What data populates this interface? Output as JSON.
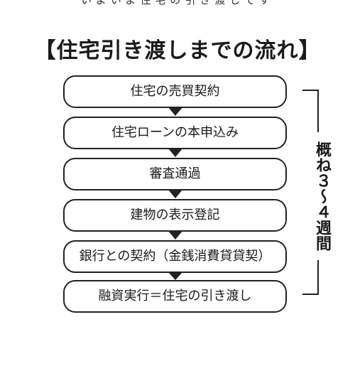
{
  "header": {
    "cut_text": "いよいよ住宅の引き渡しです",
    "title": "【住宅引き渡しまでの流れ】"
  },
  "steps": [
    "住宅の売買契約",
    "住宅ローンの本申込み",
    "審査通過",
    "建物の表示登記",
    "銀行との契約（金銭消費貸貸契）",
    "融資実行＝住宅の引き渡し"
  ],
  "side_note": "概ね３〜４週間"
}
